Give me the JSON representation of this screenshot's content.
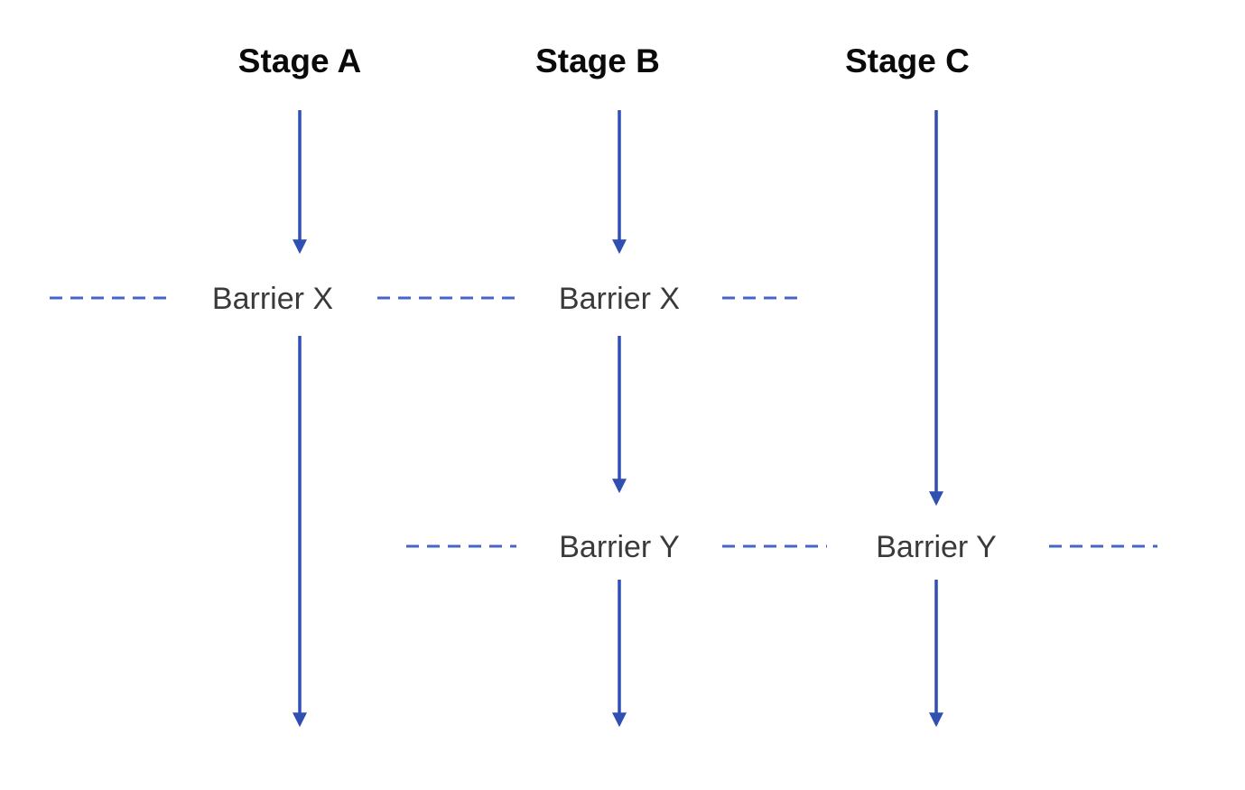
{
  "diagram": {
    "stages": [
      {
        "label": "Stage A"
      },
      {
        "label": "Stage B"
      },
      {
        "label": "Stage C"
      }
    ],
    "barriers": [
      {
        "label": "Barrier X",
        "spans_lanes": [
          "Stage A",
          "Stage B"
        ]
      },
      {
        "label": "Barrier Y",
        "spans_lanes": [
          "Stage B",
          "Stage C"
        ]
      }
    ],
    "colors": {
      "arrow": "#2f4fb2",
      "dash": "#4565c8",
      "label": "#3a3a3a",
      "title": "#0a0a0a",
      "background": "#ffffff"
    }
  }
}
